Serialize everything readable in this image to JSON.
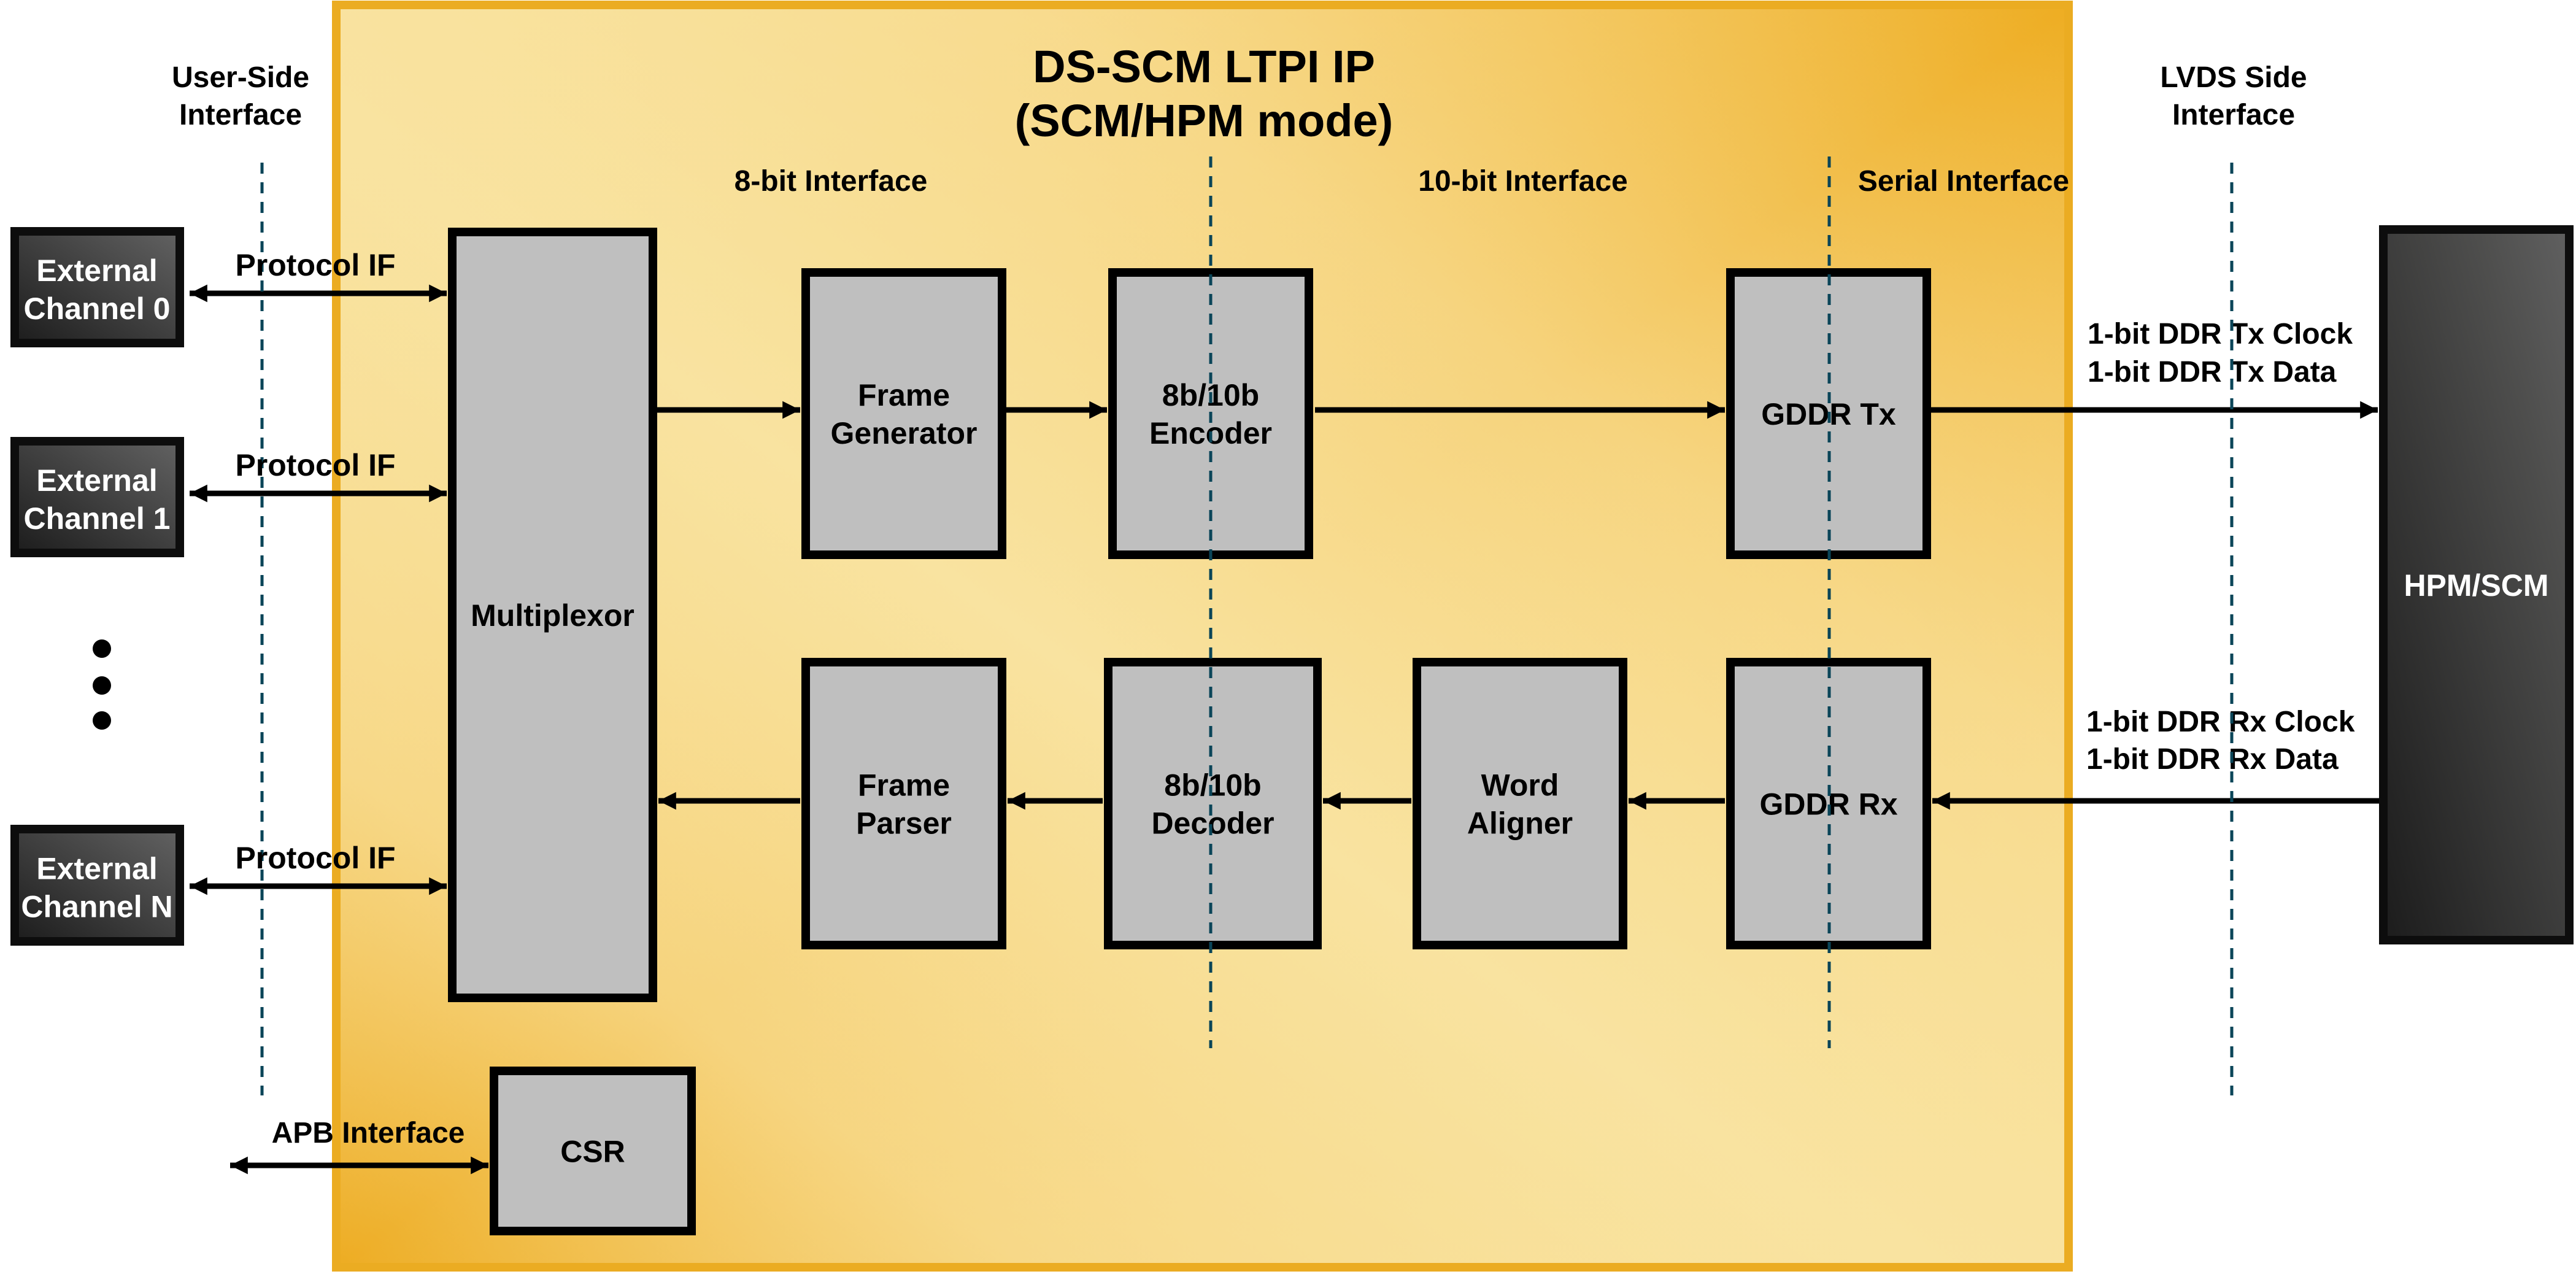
{
  "title": {
    "line1": "DS-SCM LTPI IP",
    "line2": "(SCM/HPM mode)"
  },
  "zones": {
    "user_side": [
      "User-Side",
      "Interface"
    ],
    "lvds_side": [
      "LVDS Side",
      "Interface"
    ],
    "eight_bit": "8-bit Interface",
    "ten_bit": "10-bit Interface",
    "serial": "Serial Interface"
  },
  "external_channels": [
    {
      "line1": "External",
      "line2": "Channel 0",
      "link_label": "Protocol IF"
    },
    {
      "line1": "External",
      "line2": "Channel 1",
      "link_label": "Protocol IF"
    },
    {
      "line1": "External",
      "line2": "Channel N",
      "link_label": "Protocol IF"
    }
  ],
  "ellipsis": "more channels",
  "blocks": {
    "multiplexor": [
      "Multiplexor"
    ],
    "frame_generator": [
      "Frame",
      "Generator"
    ],
    "encoder": [
      "8b/10b",
      "Encoder"
    ],
    "gddr_tx": [
      "GDDR Tx"
    ],
    "frame_parser": [
      "Frame",
      "Parser"
    ],
    "decoder": [
      "8b/10b",
      "Decoder"
    ],
    "word_aligner": [
      "Word",
      "Aligner"
    ],
    "gddr_rx": [
      "GDDR Rx"
    ],
    "csr": [
      "CSR"
    ],
    "hpm_scm": [
      "HPM/SCM"
    ]
  },
  "signals": {
    "tx": [
      "1-bit DDR Tx Clock",
      "1-bit DDR Tx Data"
    ],
    "rx": [
      "1-bit DDR Rx Clock",
      "1-bit DDR Rx Data"
    ],
    "apb": "APB Interface"
  },
  "colors": {
    "ip_border": "#ebac22",
    "ip_fill_light": "#f9e3a0",
    "ip_fill_dark": "#efb12e",
    "block_fill": "#bfbfbf",
    "block_border": "#000000",
    "external_border": "#0d0d0d",
    "external_fill_dark": "#1c1c1c",
    "external_fill_light": "#626262",
    "divider": "#0a4558"
  }
}
